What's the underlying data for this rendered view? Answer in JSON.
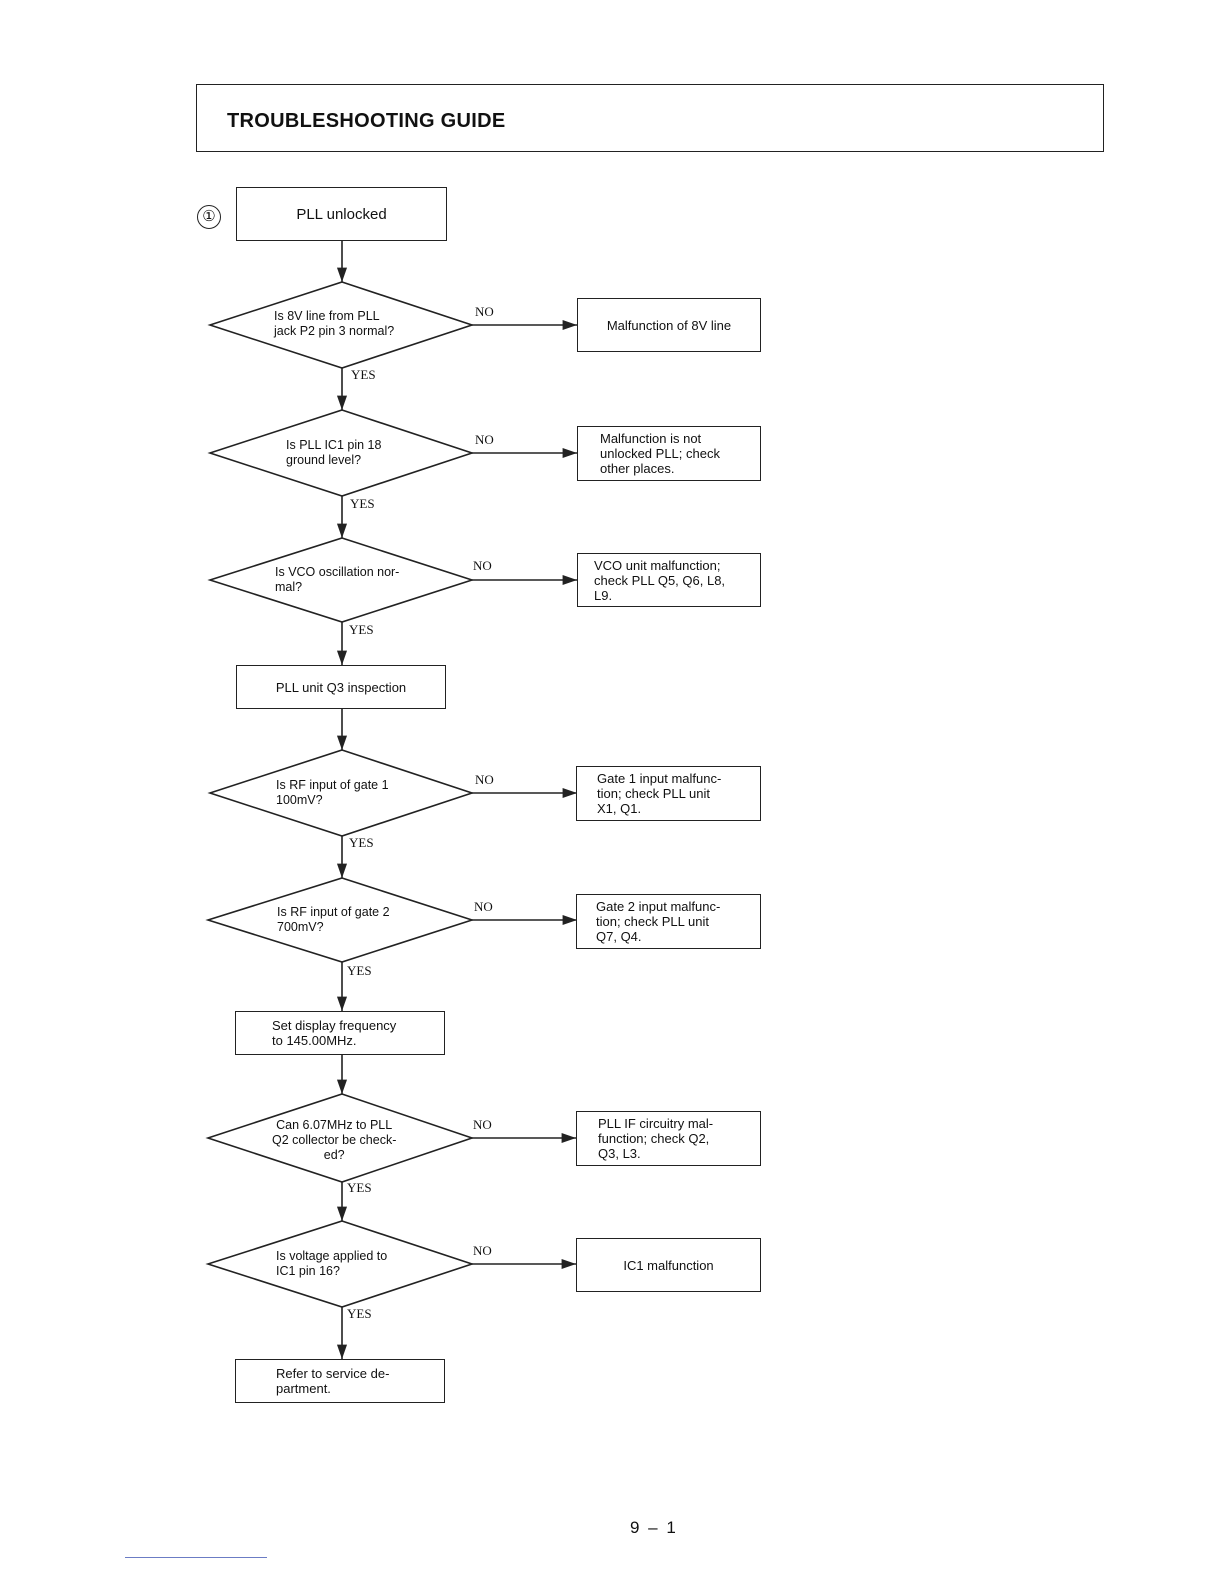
{
  "header": {
    "title": "TROUBLESHOOTING GUIDE"
  },
  "start_number": "①",
  "flow": {
    "start": "PLL unlocked",
    "d1": "Is 8V line from PLL\njack P2 pin 3 normal?",
    "r1": "Malfunction of 8V line",
    "d2": "Is PLL IC1 pin 18\nground level?",
    "r2": "Malfunction is not\nunlocked PLL; check\nother places.",
    "d3": "Is VCO oscillation nor-\nmal?",
    "r3": "VCO unit malfunction;\ncheck PLL Q5, Q6, L8,\nL9.",
    "p1": "PLL unit Q3 inspection",
    "d4": "Is RF input of gate 1\n100mV?",
    "r4": "Gate 1 input malfunc-\ntion; check PLL unit\nX1, Q1.",
    "d5": "Is RF input of gate 2\n700mV?",
    "r5": "Gate 2 input malfunc-\ntion; check PLL unit\nQ7, Q4.",
    "p2": "Set display frequency\nto 145.00MHz.",
    "d6": "Can 6.07MHz to PLL\nQ2 collector be check-\ned?",
    "r6": "PLL IF circuitry mal-\nfunction; check Q2,\nQ3, L3.",
    "d7": "Is voltage applied to\nIC1 pin 16?",
    "r7": "IC1 malfunction",
    "end": "Refer to service de-\npartment."
  },
  "labels": {
    "yes": "YES",
    "no": "NO"
  },
  "page_number": "9 – 1"
}
